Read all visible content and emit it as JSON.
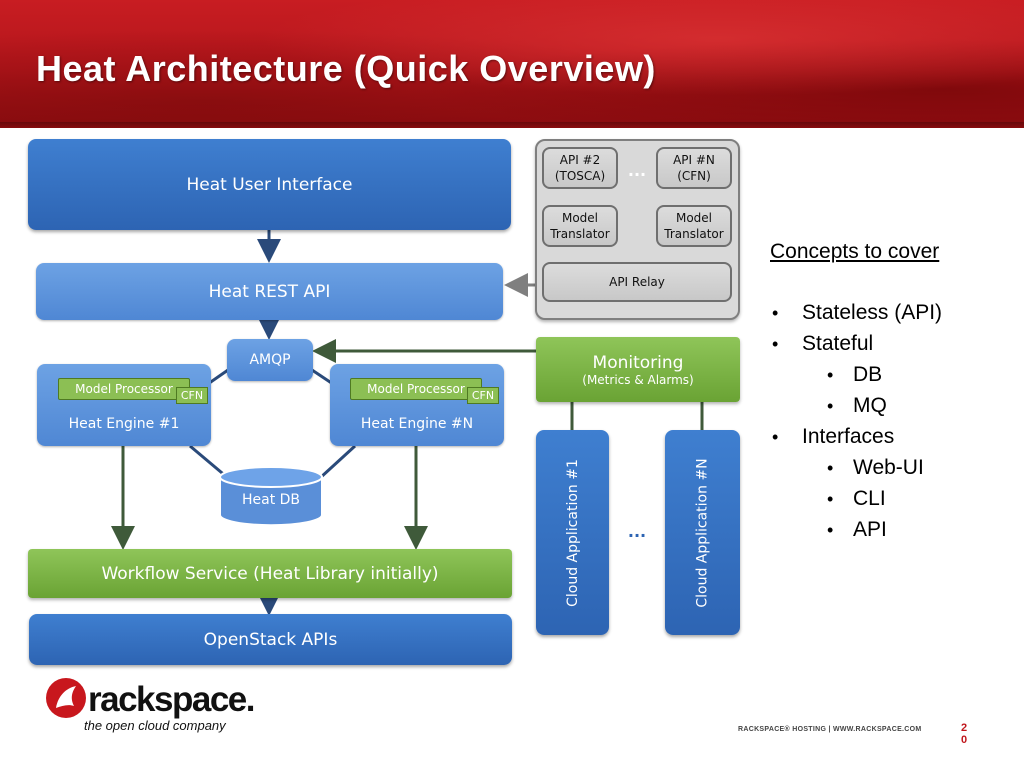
{
  "title": "Heat Architecture (Quick Overview)",
  "diagram": {
    "heat_user_interface": "Heat User Interface",
    "heat_rest_api": "Heat REST API",
    "amqp": "AMQP",
    "engine1": {
      "processor": "Model Processor",
      "cfn": "CFN",
      "name": "Heat Engine #1"
    },
    "engineN": {
      "processor": "Model Processor",
      "cfn": "CFN",
      "name": "Heat Engine #N"
    },
    "engine_ellipsis": "...",
    "heat_db": "Heat DB",
    "workflow_service": "Workflow Service (Heat Library initially)",
    "openstack_apis": "OpenStack APIs",
    "api2": {
      "line1": "API #2",
      "line2": "(TOSCA)"
    },
    "apiN": {
      "line1": "API #N",
      "line2": "(CFN)"
    },
    "api_ellipsis": "...",
    "translator1": {
      "line1": "Model",
      "line2": "Translator"
    },
    "translator2": {
      "line1": "Model",
      "line2": "Translator"
    },
    "api_relay": "API Relay",
    "monitoring": {
      "title": "Monitoring",
      "subtitle": "(Metrics & Alarms)"
    },
    "cloud_app1": "Cloud Application #1",
    "cloud_appN": "Cloud Application #N",
    "cloud_ellipsis": "..."
  },
  "concepts": {
    "heading": "Concepts to cover",
    "items": [
      {
        "text": "Stateless (API)",
        "level": 1
      },
      {
        "text": "Stateful",
        "level": 1
      },
      {
        "text": "DB",
        "level": 2
      },
      {
        "text": "MQ",
        "level": 2
      },
      {
        "text": "Interfaces",
        "level": 1
      },
      {
        "text": "Web-UI",
        "level": 2
      },
      {
        "text": "CLI",
        "level": 2
      },
      {
        "text": "API",
        "level": 2
      }
    ],
    "bullet_char": "•"
  },
  "footer": {
    "text": "RACKSPACE® HOSTING   |   WWW.RACKSPACE.COM",
    "page_number": "20"
  },
  "logo": {
    "wordmark": "rackspace.",
    "tagline": "the open cloud company"
  },
  "colors": {
    "banner_red": "#b3151b",
    "diagram_blue": "#2d64b3",
    "light_blue": "#4f87d4",
    "green": "#6aa334",
    "grey": "#c8c8c8"
  }
}
